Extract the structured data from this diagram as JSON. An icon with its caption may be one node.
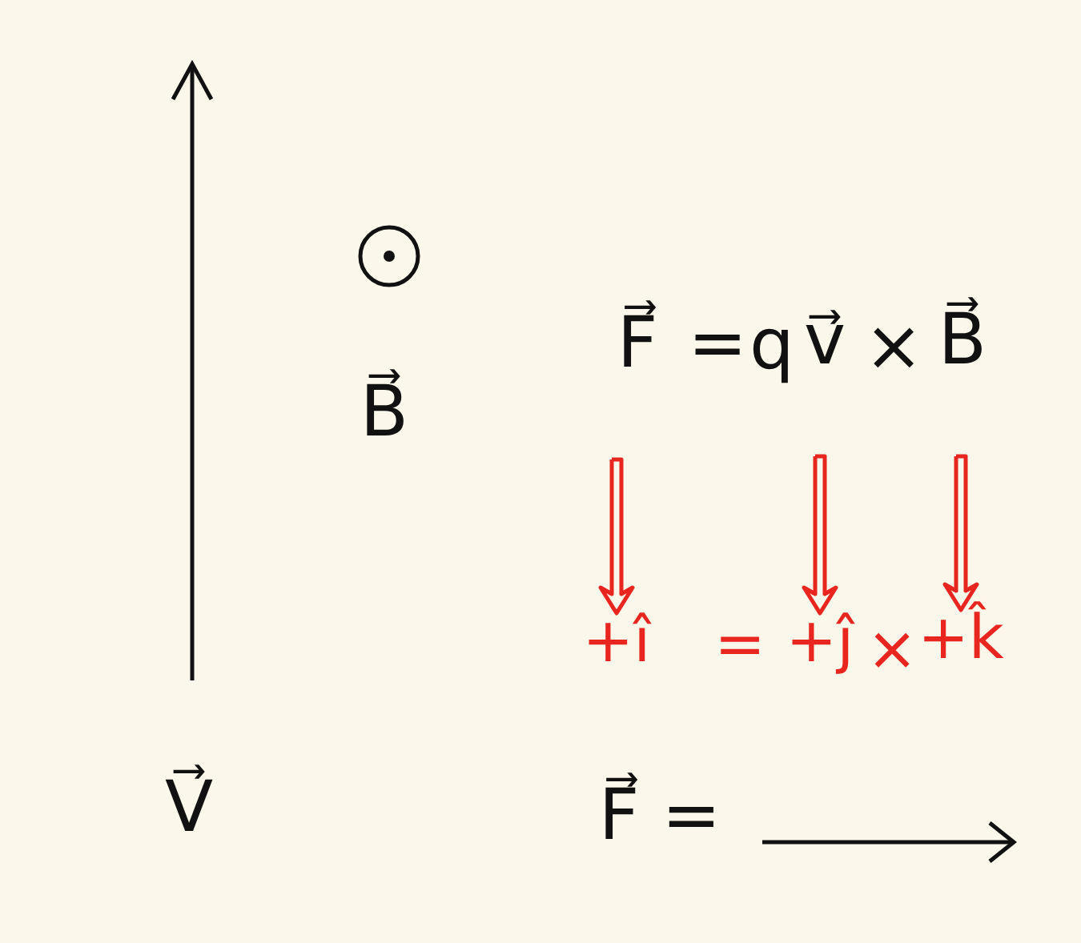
{
  "diagram": {
    "nodes": [
      {
        "text": [
          "F⃗"
        ]
      },
      {
        "text": [
          "v⃗"
        ]
      },
      {
        "text": [
          "B⃗"
        ]
      },
      {
        "text": [
          "+î"
        ]
      },
      {
        "text": [
          "+ĵ"
        ]
      },
      {
        "text": [
          "+k̂"
        ]
      }
    ],
    "edges": [
      {
        "from": 0,
        "to": 3,
        "arrow": "to",
        "color": "#e8261f"
      },
      {
        "from": 1,
        "to": 4,
        "arrow": "to",
        "color": "#e8261f"
      },
      {
        "from": 2,
        "to": 5,
        "arrow": "to",
        "color": "#e8261f"
      }
    ],
    "labels": [
      "=",
      "q",
      "×",
      "B⃗",
      "=",
      "×",
      "V⃗",
      "F⃗ ="
    ]
  }
}
